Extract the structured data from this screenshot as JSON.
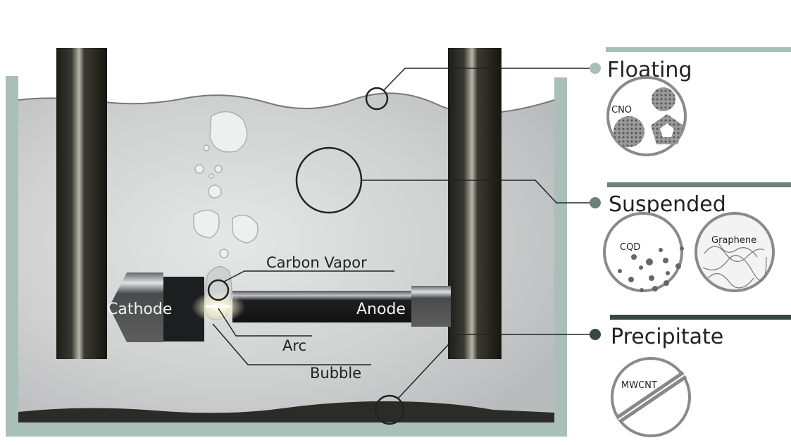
{
  "labels": {
    "cathode": "Cathode",
    "anode": "Anode",
    "carbon_vapor": "Carbon Vapor",
    "arc": "Arc",
    "bubble": "Bubble"
  },
  "categories": [
    {
      "title": "Floating",
      "color": "#a6c0b8",
      "items": [
        "CNO"
      ]
    },
    {
      "title": "Suspended",
      "color": "#6c7f7b",
      "items": [
        "CQD",
        "Graphene"
      ]
    },
    {
      "title": "Precipitate",
      "color": "#384644",
      "items": [
        "MWCNT"
      ]
    }
  ],
  "colors": {
    "tank": "#a9bfb7",
    "liquid": "#d3d5d5",
    "electrode": "#2a2a26"
  }
}
